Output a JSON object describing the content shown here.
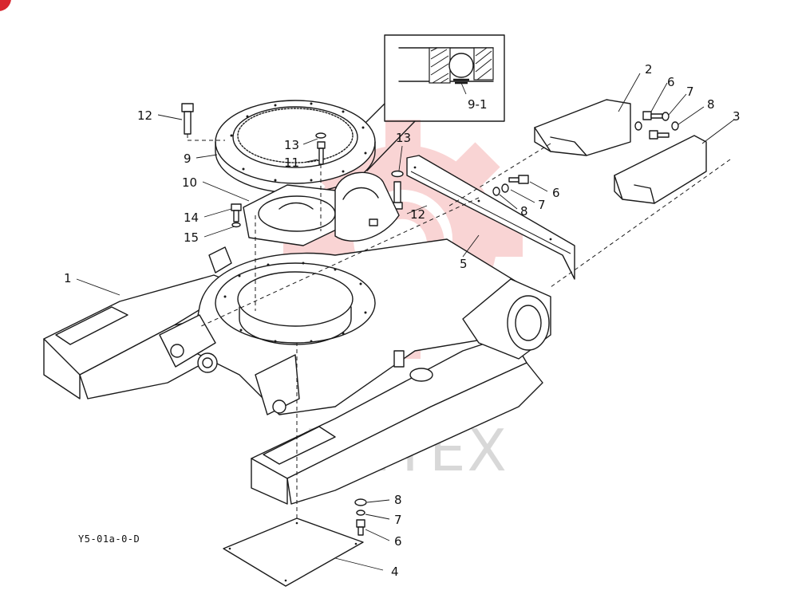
{
  "diagram": {
    "drawing_code": "Y5-01a-0-D",
    "watermark": "ИНТЕХ",
    "callouts": {
      "frame_1": "1",
      "cover_2": "2",
      "cover_3": "3",
      "plate_4": "4",
      "plate_5": "5",
      "bolt_6a": "6",
      "bolt_6b": "6",
      "bolt_6c": "6",
      "washer_7a": "7",
      "washer_7b": "7",
      "washer_7c": "7",
      "washer_8a": "8",
      "washer_8b": "8",
      "washer_8c": "8",
      "bearing_9": "9",
      "detail_9_1": "9-1",
      "shim_10": "10",
      "bolt_11": "11",
      "bolt_12a": "12",
      "bolt_12b": "12",
      "washer_13a": "13",
      "washer_13b": "13",
      "bolt_14": "14",
      "washer_15": "15"
    }
  },
  "colors": {
    "line": "#1a1a1a",
    "watermark_red": "#e8403e",
    "watermark_gray": "#b9b9b9",
    "corner_badge": "#d8262f"
  }
}
